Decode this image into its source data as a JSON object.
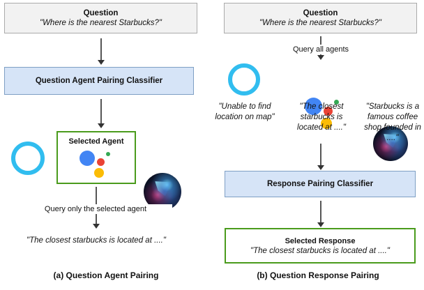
{
  "figure": {
    "panel_a": {
      "caption": "(a) Question Agent Pairing",
      "question": {
        "title": "Question",
        "text": "\"Where is the nearest Starbucks?\""
      },
      "classifier": "Question Agent Pairing Classifier",
      "selected_agent": {
        "title": "Selected Agent",
        "agent_icon": "google-assistant-icon"
      },
      "left_agent_icon": "alexa-icon",
      "right_agent_icon": "siri-icon",
      "query_label": "Query only the selected agent",
      "response": "\"The closest starbucks is located at ....\""
    },
    "panel_b": {
      "caption": "(b) Question Response Pairing",
      "question": {
        "title": "Question",
        "text": "\"Where is the nearest Starbucks?\""
      },
      "query_label": "Query all agents",
      "agents": [
        {
          "icon": "alexa-icon",
          "response": "\"Unable to find location on map\""
        },
        {
          "icon": "google-assistant-icon",
          "response": "\"The closest starbucks is located at ....\""
        },
        {
          "icon": "siri-icon",
          "response": "\"Starbucks is a famous coffee shop founded in ....\""
        }
      ],
      "classifier": "Response Pairing Classifier",
      "selected_response": {
        "title": "Selected Response",
        "text": "\"The closest starbucks is located at ....\""
      }
    }
  },
  "colors": {
    "classifier_fill": "#d6e4f7",
    "classifier_border": "#7e9fc4",
    "question_fill": "#f2f2f2",
    "question_border": "#aaaaaa",
    "selected_border": "#4a9b1c",
    "alexa_blue": "#31bdef",
    "google_blue": "#4285f4",
    "google_red": "#ea4335",
    "google_yellow": "#fbbc05",
    "google_green": "#34a853",
    "arrow": "#555555"
  }
}
